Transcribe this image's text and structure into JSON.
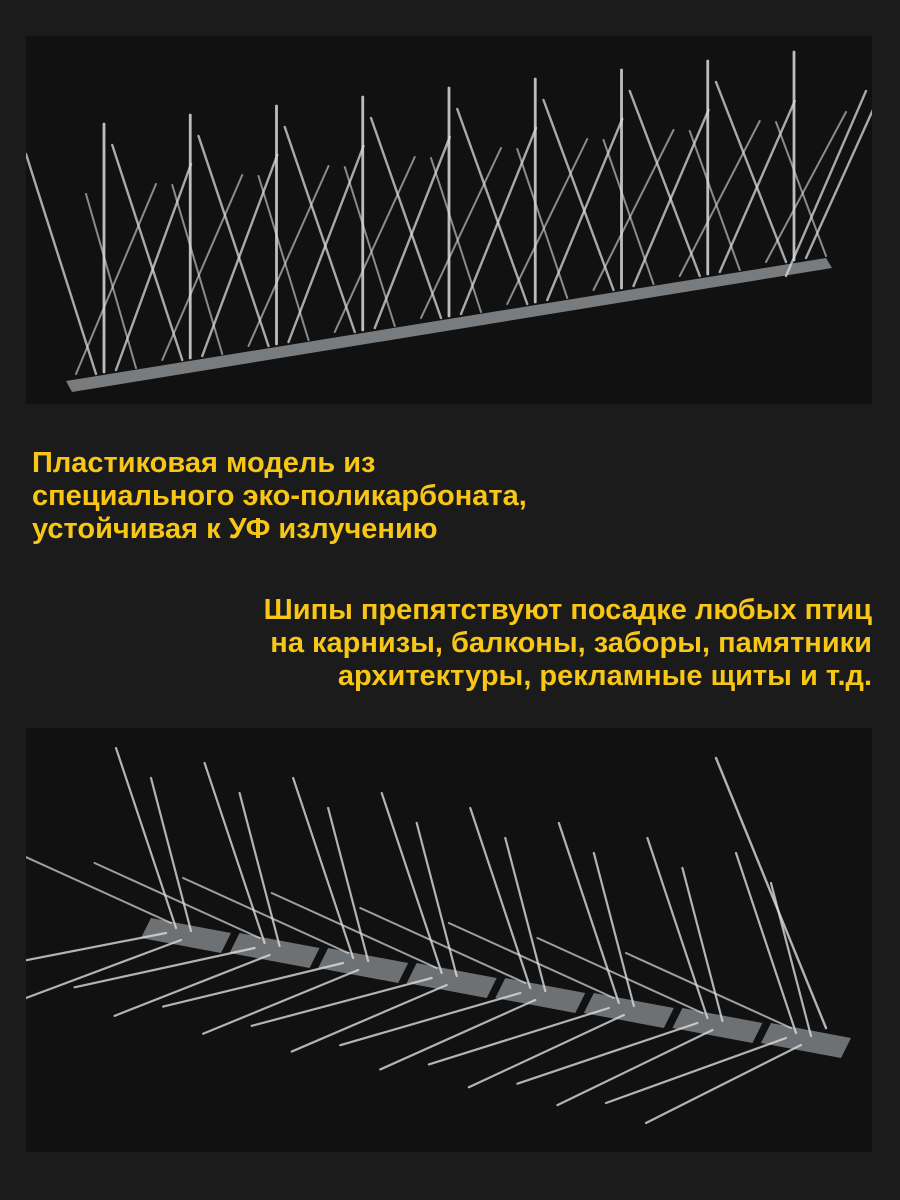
{
  "caption_material": {
    "lines": [
      "Пластиковая модель из",
      "специального эко-поликарбоната,",
      "устойчивая к УФ излучению"
    ]
  },
  "caption_purpose": {
    "lines": [
      "Шипы препятствуют посадке любых птиц",
      "на карнизы, балконы, заборы, памятники",
      "архитектуры, рекламные щиты и т.д."
    ]
  },
  "colors": {
    "background": "#1b1b1b",
    "accent_text": "#f7c617",
    "photo_background": "#111111",
    "spike": "#dcdcdc"
  }
}
